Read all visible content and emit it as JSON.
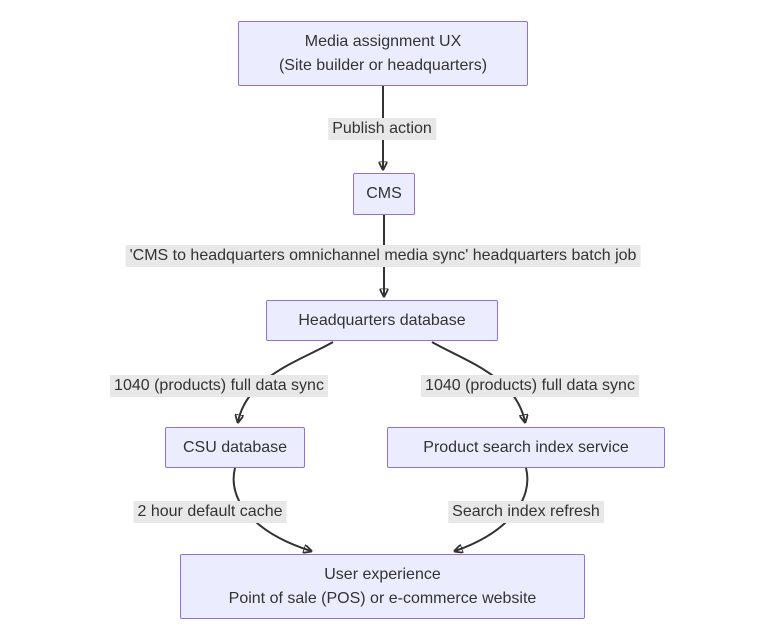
{
  "diagram": {
    "type": "flowchart-top-down",
    "colors": {
      "node_fill": "#ECECFF",
      "node_border": "#9370DB",
      "edge_color": "#333333",
      "label_bg": "#e8e8e8",
      "text": "#333333",
      "background": "#ffffff"
    },
    "nodes": [
      {
        "id": "media_ux",
        "lines": [
          "Media assignment UX",
          "(Site builder or headquarters)"
        ]
      },
      {
        "id": "cms",
        "lines": [
          "CMS"
        ]
      },
      {
        "id": "hq_db",
        "lines": [
          "Headquarters database"
        ]
      },
      {
        "id": "csu_db",
        "lines": [
          "CSU database"
        ]
      },
      {
        "id": "search_index",
        "lines": [
          "Product search index service"
        ]
      },
      {
        "id": "user_experience",
        "lines": [
          "User experience",
          "Point of sale (POS) or e-commerce website"
        ]
      }
    ],
    "edges": [
      {
        "from": "media_ux",
        "to": "cms",
        "label": "Publish action"
      },
      {
        "from": "cms",
        "to": "hq_db",
        "label": "'CMS to headquarters omnichannel media sync' headquarters batch job"
      },
      {
        "from": "hq_db",
        "to": "csu_db",
        "label": "1040 (products) full data sync"
      },
      {
        "from": "hq_db",
        "to": "search_index",
        "label": "1040 (products) full data sync"
      },
      {
        "from": "csu_db",
        "to": "user_experience",
        "label": "2 hour default cache"
      },
      {
        "from": "search_index",
        "to": "user_experience",
        "label": "Search index refresh"
      }
    ],
    "edge_labels": [
      {
        "text": "Publish action"
      },
      {
        "text": "'CMS to headquarters omnichannel media sync' headquarters batch job"
      },
      {
        "text": "1040 (products) full data sync"
      },
      {
        "text": "1040 (products) full data sync"
      },
      {
        "text": "2 hour default cache"
      },
      {
        "text": "Search index refresh"
      }
    ]
  }
}
